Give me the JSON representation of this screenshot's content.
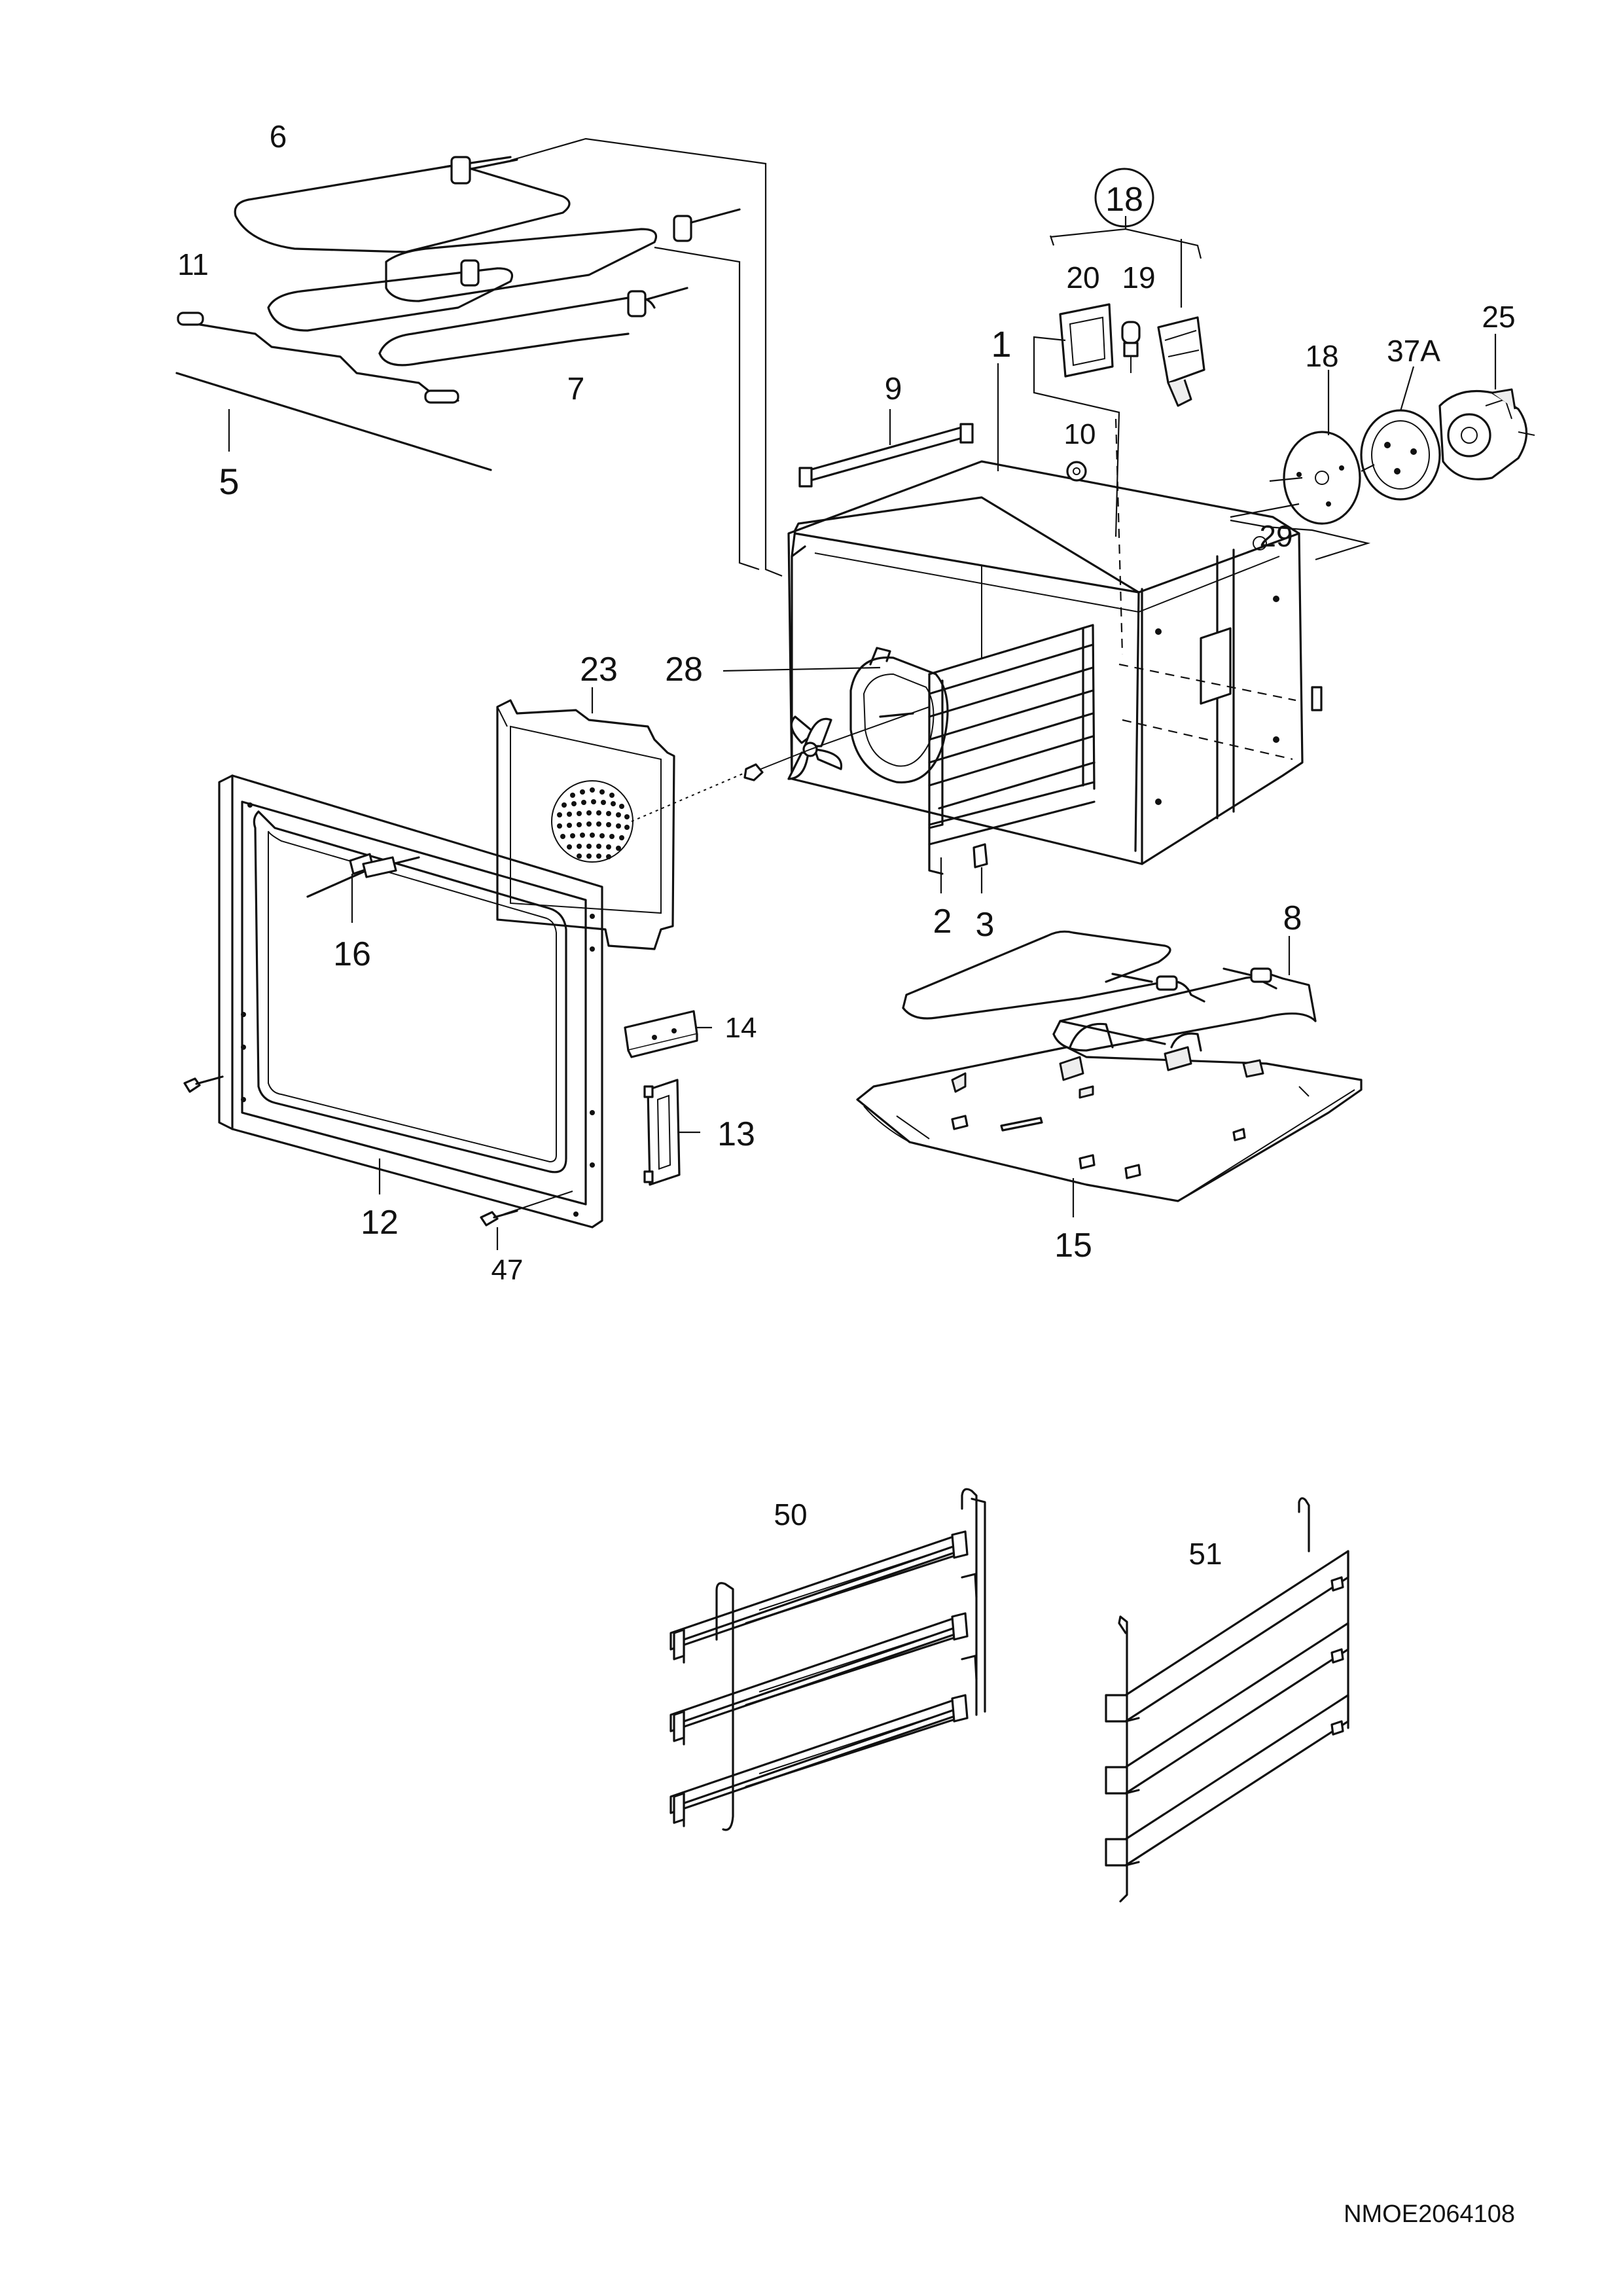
{
  "labels": {
    "l6": "6",
    "l11": "11",
    "l7": "7",
    "l5": "5",
    "l18g": "18",
    "l20": "20",
    "l19": "19",
    "l25": "25",
    "l1": "1",
    "l9": "9",
    "l10": "10",
    "l18": "18",
    "l37a": "37A",
    "l29": "29",
    "l23": "23",
    "l28": "28",
    "l16": "16",
    "l2": "2",
    "l3": "3",
    "l8": "8",
    "l14": "14",
    "l13": "13",
    "l12": "12",
    "l47": "47",
    "l15": "15",
    "l50": "50",
    "l51": "51"
  },
  "footer": {
    "drawing_code": "NMOE2064108"
  },
  "colors": {
    "line": "#111111",
    "background": "#ffffff"
  }
}
